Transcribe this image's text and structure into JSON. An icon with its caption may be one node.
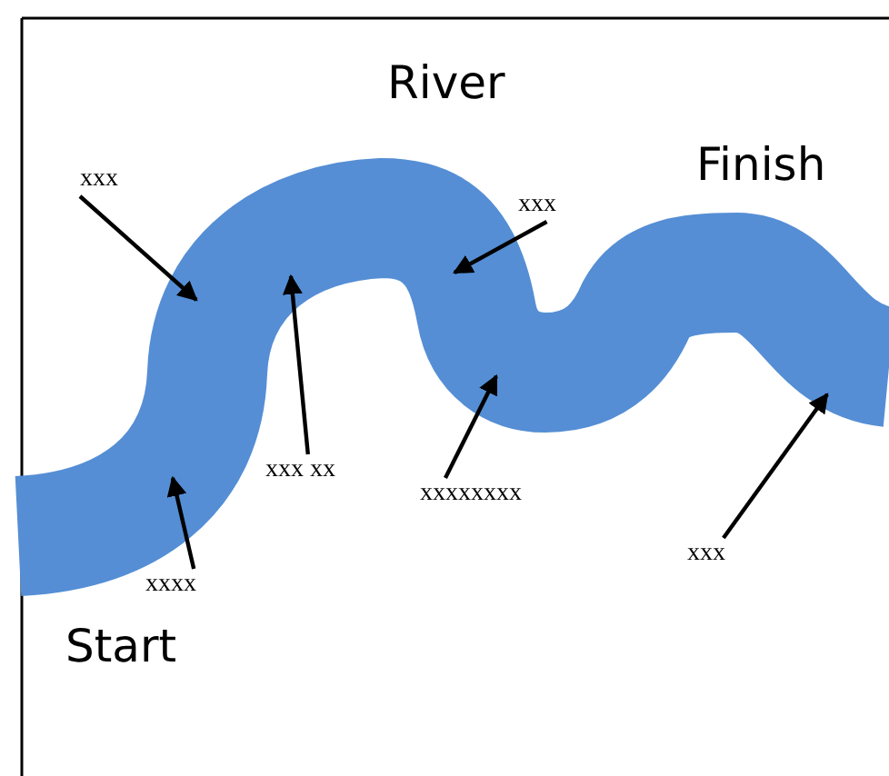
{
  "diagram": {
    "nodes": [
      {
        "text": [
          "xxx"
        ]
      },
      {
        "text": [
          "xxx"
        ]
      },
      {
        "text": [
          "xxx xx"
        ]
      },
      {
        "text": [
          "xxxxxxxx"
        ]
      },
      {
        "text": [
          "xxxx"
        ]
      },
      {
        "text": [
          "xxx"
        ]
      }
    ],
    "edges": [
      {
        "from": 0,
        "to": null,
        "arrow": "to"
      },
      {
        "from": 1,
        "to": null,
        "arrow": "to"
      },
      {
        "from": 2,
        "to": null,
        "arrow": "to"
      },
      {
        "from": 3,
        "to": null,
        "arrow": "to"
      },
      {
        "from": 4,
        "to": null,
        "arrow": "to"
      },
      {
        "from": 5,
        "to": null,
        "arrow": "to"
      }
    ],
    "labels": [
      "River",
      "Finish",
      "Start"
    ]
  }
}
